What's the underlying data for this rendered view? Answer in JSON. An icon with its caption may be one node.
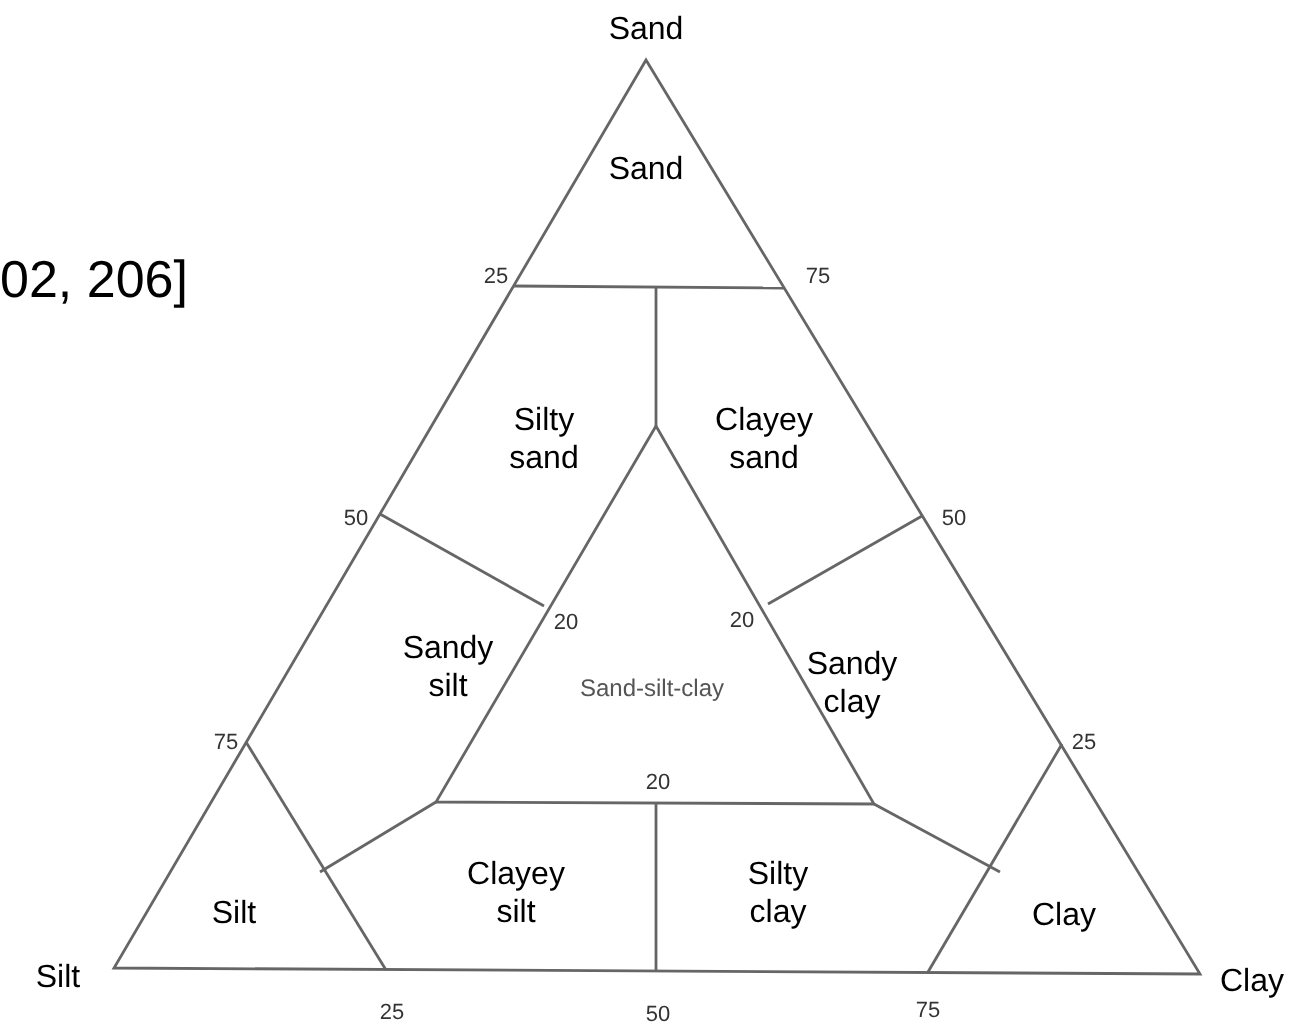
{
  "diagram": {
    "labels": [
      "Sand",
      "Sand",
      "02, 206]",
      "25",
      "75",
      "Silty sand",
      "Clayey sand",
      "50",
      "50",
      "20",
      "20",
      "Sandy silt",
      "Sand-silt-clay",
      "Sandy clay",
      "75",
      "25",
      "20",
      "Silt",
      "Clayey silt",
      "Silty clay",
      "Clay",
      "Silt",
      "Clay",
      "25",
      "50",
      "75"
    ]
  }
}
